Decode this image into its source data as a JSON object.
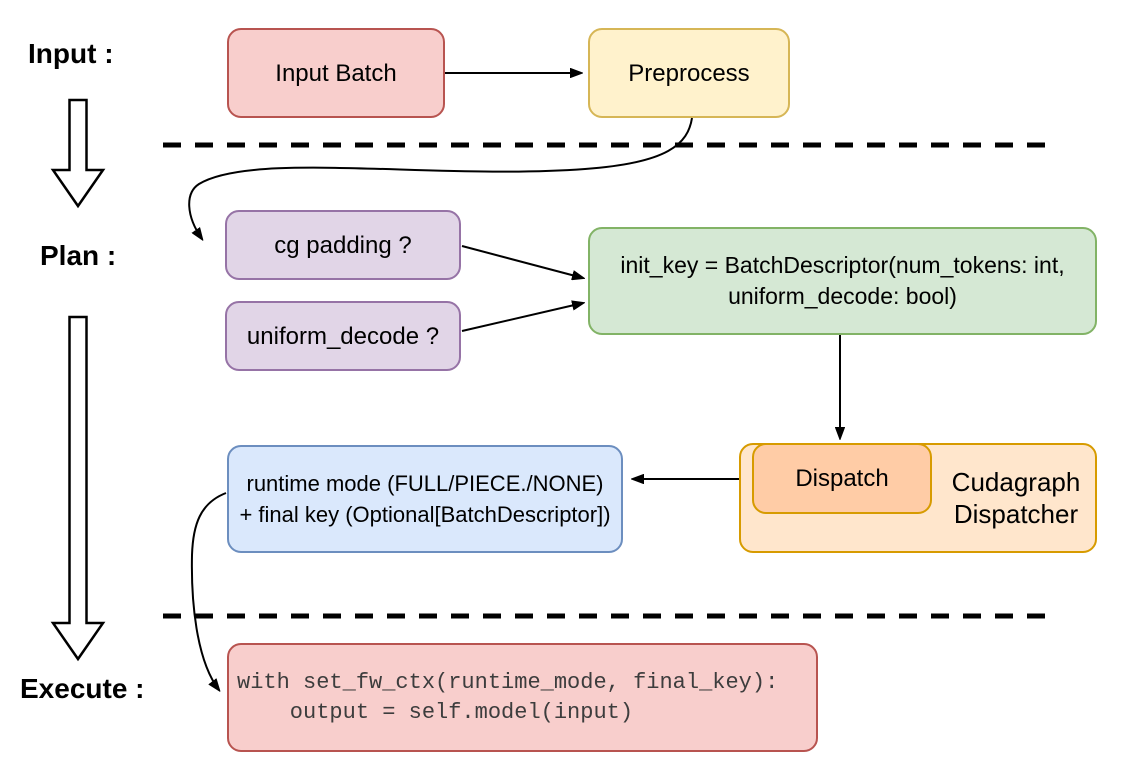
{
  "labels": {
    "input": "Input :",
    "plan": "Plan :",
    "execute": "Execute :"
  },
  "nodes": {
    "input_batch": {
      "label": "Input Batch"
    },
    "preprocess": {
      "label": "Preprocess"
    },
    "cg_padding": {
      "label": "cg padding ?"
    },
    "uniform_decode": {
      "label": "uniform_decode ?"
    },
    "init_key": {
      "line1": "init_key = BatchDescriptor(num_tokens: int,",
      "line2": "uniform_decode: bool)"
    },
    "dispatch": {
      "label": "Dispatch"
    },
    "cudagraph_dispatcher": {
      "line1": "Cudagraph",
      "line2": "Dispatcher"
    },
    "runtime_mode": {
      "line1": "runtime mode (FULL/PIECE./NONE)",
      "line2": "+ final key (Optional[BatchDescriptor])"
    },
    "execute_code": {
      "line1": "with set_fw_ctx(runtime_mode, final_key):",
      "line2": "    output = self.model(input)"
    }
  },
  "colors": {
    "pink_fill": "#f8cecc",
    "pink_border": "#b85450",
    "yellow_fill": "#fff2cc",
    "yellow_border": "#d6b656",
    "purple_fill": "#e1d5e7",
    "purple_border": "#9673a6",
    "green_fill": "#d5e8d4",
    "green_border": "#82b366",
    "blue_fill": "#dae8fc",
    "blue_border": "#6c8ebf",
    "orange_fill": "#ffe6cc",
    "orange_inner_fill": "#ffcca6",
    "orange_border": "#d79b00",
    "line_color": "#000000",
    "code_text": "#3d3d3d"
  }
}
